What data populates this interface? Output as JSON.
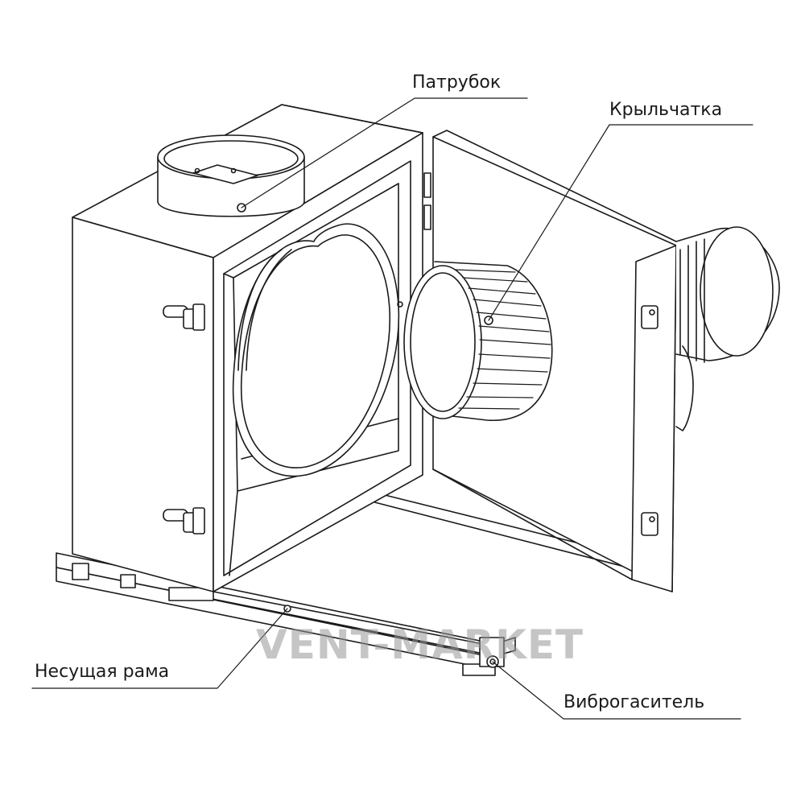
{
  "labels": {
    "nozzle": "Патрубок",
    "impeller": "Крыльчатка",
    "frame": "Несущая рама",
    "damper": "Виброгаситель"
  },
  "watermark": "VENT-MARKET",
  "colors": {
    "line": "#1a1a1a",
    "fill": "#ffffff",
    "watermark": "#969696"
  }
}
